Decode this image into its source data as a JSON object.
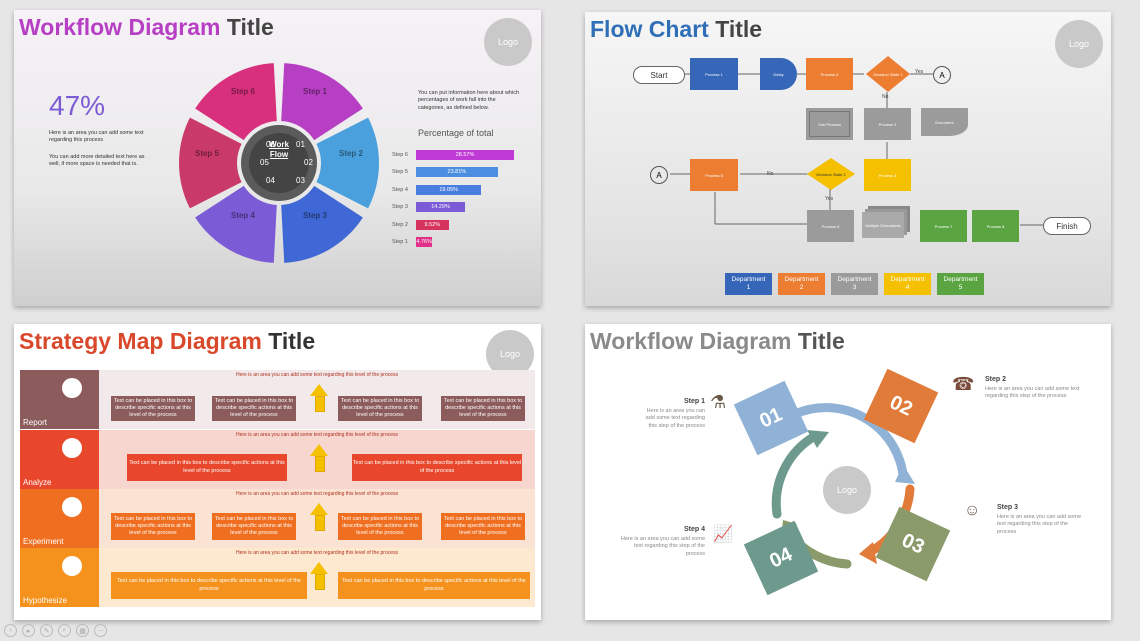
{
  "slide1": {
    "title_a": "Workflow Diagram",
    "title_b": "Title",
    "logo": "Logo",
    "percent": "47%",
    "desc1": "Here is an area you can add some text regarding this process",
    "desc2": "You can add more detailed text here as well, if more space is needed that is.",
    "right_text": "You can put information here about which percentages of work fall into the categories, as defined below.",
    "chart_title": "Percentage of total",
    "center_line1": "Work",
    "center_line2": "Flow",
    "gear_numbers": [
      "06",
      "01",
      "05",
      "02",
      "04",
      "03"
    ],
    "segments": [
      {
        "label": "Step 1",
        "color": "#b73fc4"
      },
      {
        "label": "Step 2",
        "color": "#4aa0dc"
      },
      {
        "label": "Step 3",
        "color": "#3f68d6"
      },
      {
        "label": "Step 4",
        "color": "#7c5bd6"
      },
      {
        "label": "Step 5",
        "color": "#c93a6a"
      },
      {
        "label": "Step 6",
        "color": "#d9307e"
      }
    ],
    "chart_data": {
      "type": "bar",
      "orientation": "horizontal",
      "title": "Percentage of total",
      "categories": [
        "Step 6",
        "Step 5",
        "Step 4",
        "Step 3",
        "Step 2",
        "Step 1"
      ],
      "values": [
        28.57,
        23.81,
        19.05,
        14.29,
        9.52,
        4.76
      ],
      "value_labels": [
        "28.57%",
        "23.81%",
        "19.05%",
        "14.29%",
        "9.52%",
        "4.76%"
      ],
      "colors": [
        "#c03ad6",
        "#4a8fe0",
        "#4a7de0",
        "#7b5bd6",
        "#d6345e",
        "#e0308a"
      ],
      "xlim": [
        0,
        30
      ]
    }
  },
  "slide2": {
    "title_a": "Flow Chart",
    "title_b": "Title",
    "logo": "Logo",
    "start": "Start",
    "finish": "Finish",
    "conn_a": "A",
    "process1": "Process 1",
    "delay": "Delay",
    "process2": "Process 2",
    "decision1": "Decision State 1",
    "yes": "Yes",
    "no": "No",
    "subprocess": "Sub Process",
    "process3": "Process 3",
    "document": "Document",
    "process5": "Process 5",
    "decision2": "Decision State 2",
    "process4": "Process 4",
    "process6": "Process 6",
    "multidoc": "Multiple Documents",
    "process7": "Process 7",
    "process8": "Process 8",
    "departments": [
      {
        "line1": "Department",
        "line2": "1",
        "color": "#3566b8"
      },
      {
        "line1": "Department",
        "line2": "2",
        "color": "#ed7d31"
      },
      {
        "line1": "Department",
        "line2": "3",
        "color": "#9b9b9b"
      },
      {
        "line1": "Department",
        "line2": "4",
        "color": "#f5c000"
      },
      {
        "line1": "Department",
        "line2": "5",
        "color": "#5aa542"
      }
    ]
  },
  "slide3": {
    "title_a": "Strategy Map Diagram",
    "title_b": "Title",
    "logo": "Logo",
    "level_text": "Here is an area you can add some text regarding this level of the process",
    "box_text": "Text can be placed in this box to describe specific actions at this level of the process",
    "rows": [
      {
        "label": "Report",
        "side": "#8c5b5b",
        "bg": "#f2eaea",
        "box": "#8c5b5b"
      },
      {
        "label": "Analyze",
        "side": "#e8472b",
        "bg": "#f6d6cf",
        "box": "#e8472b"
      },
      {
        "label": "Experiment",
        "side": "#ef6e1f",
        "bg": "#fbe3d4",
        "box": "#ef6e1f"
      },
      {
        "label": "Hypothesize",
        "side": "#f4921d",
        "bg": "#fde9cf",
        "box": "#f4921d"
      }
    ]
  },
  "slide4": {
    "title_a": "Workflow Diagram",
    "title_b": "Title",
    "logo": "Logo",
    "step_desc": "Here is an area you can add some text regarding this step of the process",
    "steps": [
      {
        "label": "Step 1",
        "num": "01",
        "color": "#8fb2d6"
      },
      {
        "label": "Step 2",
        "num": "02",
        "color": "#e07b3a"
      },
      {
        "label": "Step 3",
        "num": "03",
        "color": "#8a9a6a"
      },
      {
        "label": "Step 4",
        "num": "04",
        "color": "#6e9a8e"
      }
    ]
  }
}
